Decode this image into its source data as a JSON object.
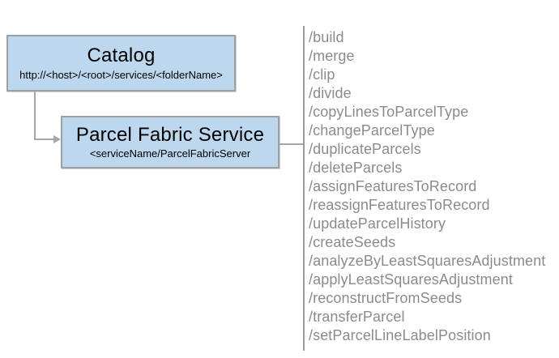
{
  "diagram": {
    "catalog_box": {
      "title": "Catalog",
      "subtitle": "http://<host>/<root>/services/<folderName>"
    },
    "service_box": {
      "title": "Parcel Fabric Service",
      "subtitle": "<serviceName/ParcelFabricServer"
    },
    "operations": [
      "/build",
      "/merge",
      "/clip",
      "/divide",
      "/copyLinesToParcelType",
      "/changeParcelType",
      "/duplicateParcels",
      "/deleteParcels",
      "/assignFeaturesToRecord",
      "/reassignFeaturesToRecord",
      "/updateParcelHistory",
      "/createSeeds",
      "/analyzeByLeastSquaresAdjustment",
      "/applyLeastSquaresAdjustment",
      "/reconstructFromSeeds",
      "/transferParcel",
      "/setParcelLineLabelPosition"
    ],
    "colors": {
      "box_fill": "#bdd7ee",
      "box_border": "#a0a0a0",
      "connector": "#a6a6a6",
      "divider": "#9b9b9b",
      "list_text": "#8b8b8b",
      "title_text": "#000000"
    }
  }
}
